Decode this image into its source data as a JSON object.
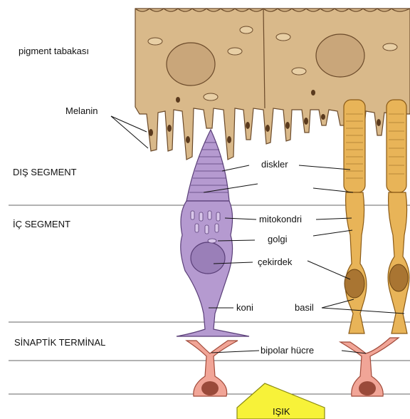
{
  "labels": {
    "pigment_layer": "pigment tabakası",
    "melanin": "Melanin",
    "outer_segment": "DIŞ SEGMENT",
    "inner_segment": "İÇ SEGMENT",
    "synaptic_terminal": "SİNAPTİK TERMİNAL",
    "discs": "diskler",
    "mitochondria": "mitokondri",
    "golgi": "golgi",
    "nucleus": "çekirdek",
    "cone": "koni",
    "rod": "basil",
    "bipolar_cell": "bipolar hücre",
    "light": "IŞIK"
  },
  "colors": {
    "pigment_cell": "#d9b98a",
    "melanin": "#5a3a1e",
    "cone": "#b59ad0",
    "rod": "#e8b458",
    "bipolar": "#f1a597",
    "light_arrow": "#f7f239"
  }
}
